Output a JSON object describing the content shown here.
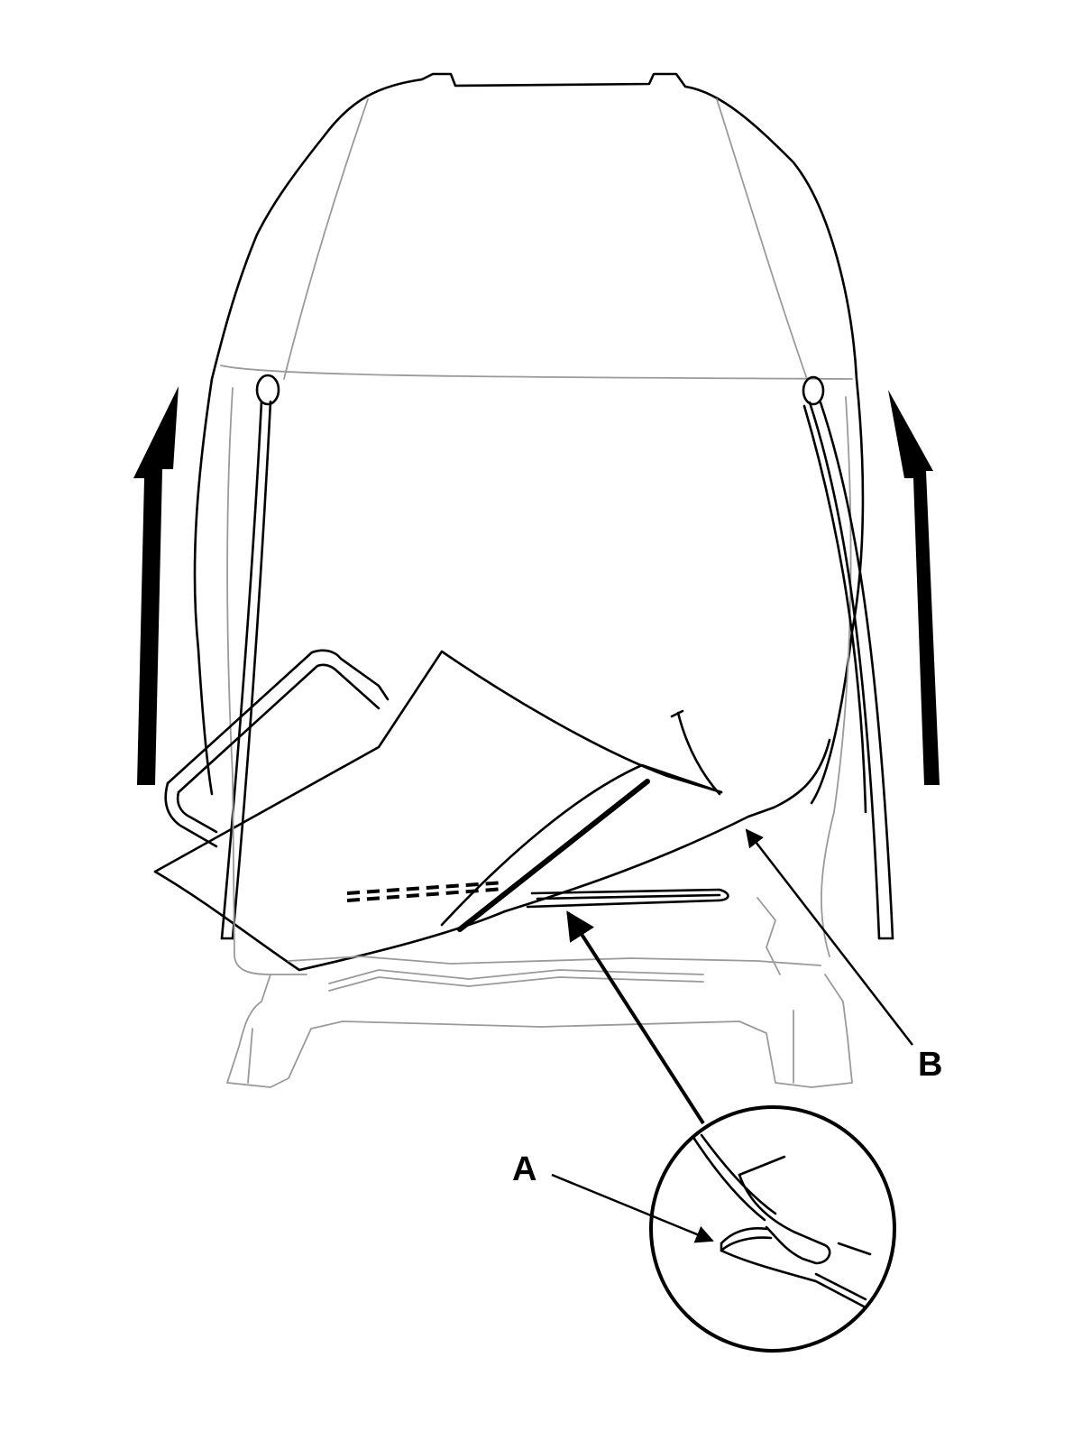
{
  "diagram": {
    "callouts": [
      {
        "id": "A",
        "label": "A"
      },
      {
        "id": "B",
        "label": "B"
      }
    ],
    "colors": {
      "line": "#000000",
      "faint_line": "#9a9a9a",
      "background": "#ffffff"
    }
  }
}
